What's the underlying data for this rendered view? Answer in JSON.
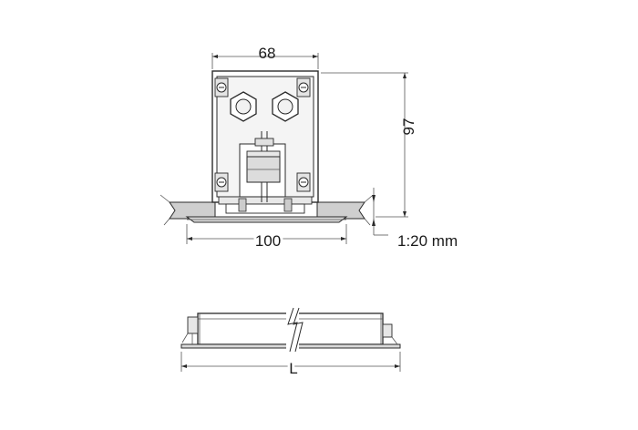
{
  "drawing": {
    "section_view": {
      "width_label": "68",
      "height_label": "97",
      "flange_label": "100",
      "scale_label": "1:20 mm"
    },
    "side_view": {
      "length_label": "L"
    }
  },
  "colors": {
    "line": "#2a2a2a",
    "fill_light": "#f2f2f2",
    "fill_mid": "#d9d9d9",
    "ceiling_hatch": "#cfcfcf"
  }
}
